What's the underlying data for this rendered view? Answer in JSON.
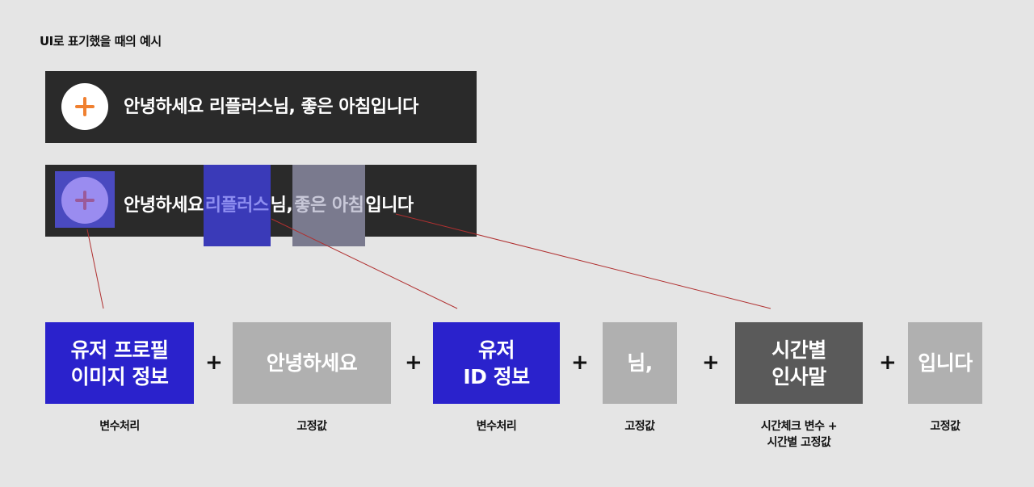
{
  "title": "UI로 표기했을 때의 예시",
  "banner": {
    "greeting_full": "안녕하세요 리플러스님, 좋은 아침입니다",
    "parts": {
      "hello": "안녕하세요 ",
      "name": "리플러스",
      "nim": "님, ",
      "morning": "좋은 아침",
      "end": "입니다"
    }
  },
  "formula": {
    "box1": {
      "line1": "유저 프로필",
      "line2": "이미지 정보",
      "caption": "변수처리"
    },
    "box2": {
      "text": "안녕하세요",
      "caption": "고정값"
    },
    "box3": {
      "line1": "유저",
      "line2": "ID 정보",
      "caption": "변수처리"
    },
    "box4": {
      "text": "님,",
      "caption": "고정값"
    },
    "box5": {
      "line1": "시간별",
      "line2": "인사말",
      "caption_line1": "시간체크 변수 +",
      "caption_line2": "시간별 고정값"
    },
    "box6": {
      "text": "입니다",
      "caption": "고정값"
    },
    "plus": "+"
  },
  "colors": {
    "variable": "#2a22cc",
    "fixed": "#b0b0b0",
    "time": "#5a5a5a",
    "accent": "#f08030",
    "connector": "#b03030"
  }
}
